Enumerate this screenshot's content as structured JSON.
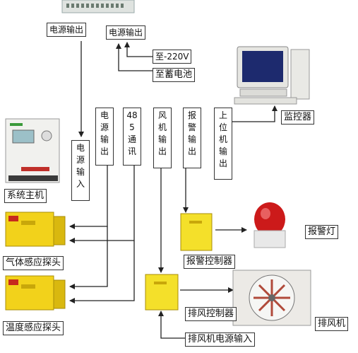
{
  "labels": {
    "power_out_1": "电源输出",
    "power_out_2": "电源输出",
    "to_220v": "至-220V",
    "to_battery": "至蓄电池",
    "monitor": "监控器",
    "system_host": "系统主机",
    "power_in": "电源输入",
    "col_power_out": "电源输出",
    "col_485": "485通讯",
    "col_fan_out": "风机输出",
    "col_alarm_out": "报警输出",
    "col_upper_out": "上位机输出",
    "gas_probe": "气体感应探头",
    "temp_probe": "温度感应探头",
    "alarm_controller": "报警控制器",
    "alarm_light": "报警灯",
    "exhaust_controller": "排风控制器",
    "exhaust_fan": "排风机",
    "exhaust_power_in": "排风机电源输入"
  },
  "vertical": {
    "power_in": [
      "电",
      "源",
      "输",
      "入"
    ],
    "col_power_out": [
      "电",
      "源",
      "输",
      "出"
    ],
    "col_485": [
      "48",
      "5",
      "通",
      "讯"
    ],
    "col_fan_out": [
      "风",
      "机",
      "输",
      "出"
    ],
    "col_alarm_out": [
      "报",
      "警",
      "输",
      "出"
    ],
    "col_upper_out": [
      "上",
      "位",
      "机",
      "输",
      "出"
    ]
  },
  "colors": {
    "wire": "#222222",
    "probe_yellow": "#f2d21b",
    "alarm_red": "#cc1a1a"
  }
}
